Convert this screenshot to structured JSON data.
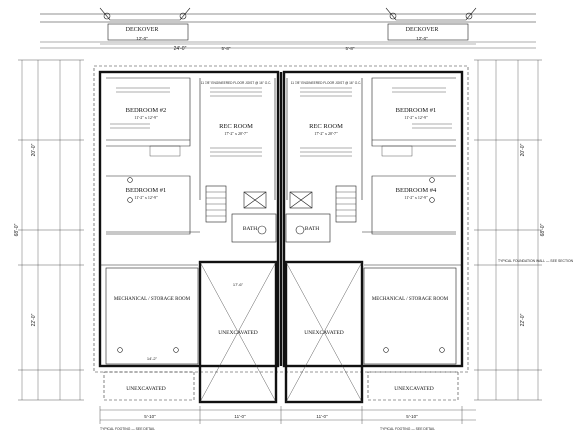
{
  "plan": {
    "units": [
      {
        "id": "left",
        "deck_label": "DECKOVER",
        "bedroom_upper": {
          "name": "BEDROOM #2",
          "size": "11'-2\" x 12'-9\""
        },
        "rec_room": {
          "name": "REC ROOM",
          "size": "17'-2\" x 20'-7\""
        },
        "bedroom_lower": {
          "name": "BEDROOM #1",
          "size": "11'-2\" x 12'-9\""
        },
        "bath": "BATH",
        "mechanical": "MECHANICAL / STORAGE ROOM",
        "unexcavated_garage": "UNEXCAVATED",
        "unexcavated_porch": "UNEXCAVATED",
        "engineered_note": "11 7/8\" ENGINEERED FLOOR JOIST @ 16\" O.C."
      },
      {
        "id": "right",
        "deck_label": "DECKOVER",
        "bedroom_upper": {
          "name": "BEDROOM #1",
          "size": "11'-2\" x 12'-9\""
        },
        "rec_room": {
          "name": "REC ROOM",
          "size": "17'-2\" x 20'-7\""
        },
        "bedroom_lower": {
          "name": "BEDROOM #4",
          "size": "11'-2\" x 12'-9\""
        },
        "bath": "BATH",
        "mechanical": "MECHANICAL / STORAGE ROOM",
        "unexcavated_garage": "UNEXCAVATED",
        "unexcavated_porch": "UNEXCAVATED",
        "engineered_note": "11 7/8\" ENGINEERED FLOOR JOIST @ 16\" O.C."
      }
    ],
    "dimensions": {
      "top_overall": "24'-0\"",
      "top_left_a": "12'-0\"",
      "top_left_b": "5'-8\"",
      "top_right_a": "12'-0\"",
      "top_right_b": "5'-8\"",
      "left_total": "68'-0\"",
      "left_a": "20'-0\"",
      "left_b": "22'-0\"",
      "right_total": "68'-0\"",
      "right_a": "20'-0\"",
      "right_b": "22'-0\"",
      "bottom_a": "5'-10\"",
      "bottom_b": "11'-0\"",
      "bottom_c": "11'-0\"",
      "bottom_d": "5'-10\"",
      "garage_width": "17'-6\"",
      "mech_width": "14'-2\""
    },
    "notes": {
      "foundation_right": "TYPICAL FOUNDATION WALL — SEE SECTION",
      "footing_bottom_left": "TYPICAL FOOTING — SEE DETAIL",
      "footing_bottom_right": "TYPICAL FOOTING — SEE DETAIL"
    }
  }
}
